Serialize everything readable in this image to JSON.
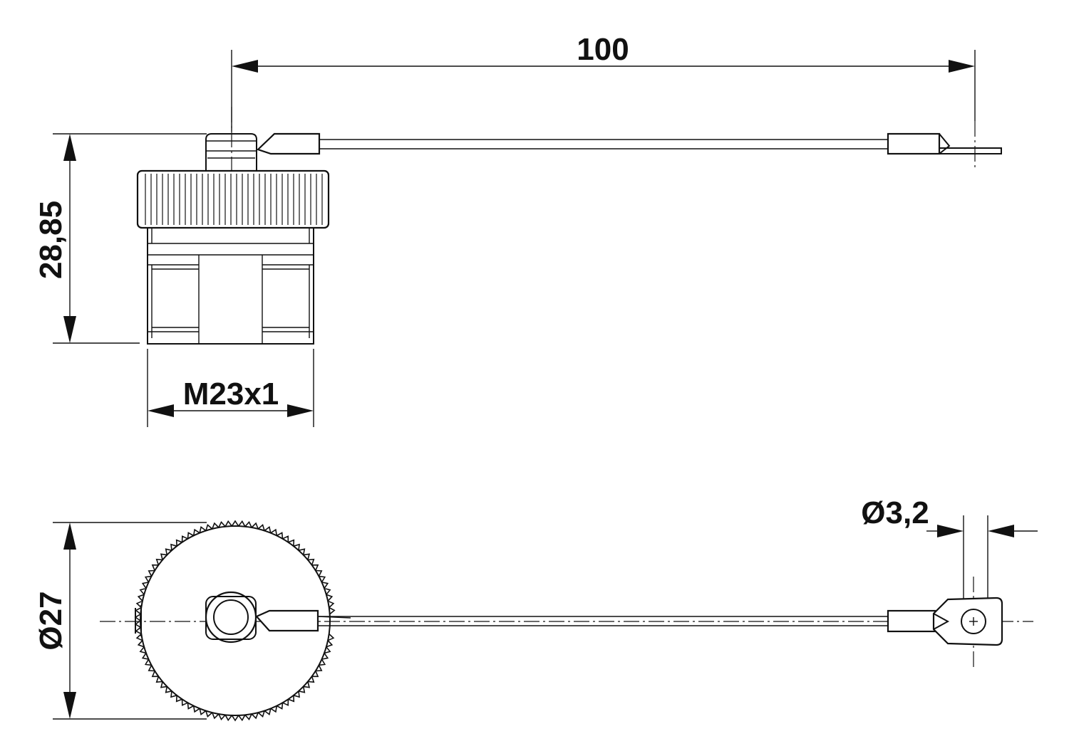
{
  "dimensions": {
    "length": "100",
    "height": "28,85",
    "thread": "M23x1",
    "diameter": "Ø27",
    "hole_diameter": "Ø3,2"
  },
  "colors": {
    "line": "#111111",
    "background": "#ffffff"
  }
}
